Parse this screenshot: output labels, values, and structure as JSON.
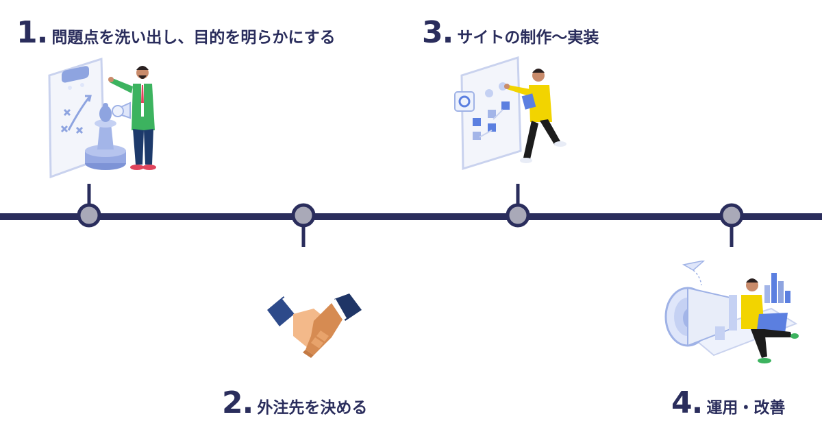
{
  "steps": [
    {
      "number": "1.",
      "title": "問題点を洗い出し、目的を明らかにする",
      "illustration": "strategy-chess-icon"
    },
    {
      "number": "2.",
      "title": "外注先を決める",
      "illustration": "handshake-icon"
    },
    {
      "number": "3.",
      "title": "サイトの制作〜実装",
      "illustration": "flowchart-design-icon"
    },
    {
      "number": "4.",
      "title": "運用・改善",
      "illustration": "megaphone-marketing-icon"
    }
  ],
  "colors": {
    "text": "#2a2d5c",
    "timeline": "#2a2d5c",
    "node_fill": "#a9a9b8",
    "accent_blue": "#5b7fe0",
    "accent_yellow": "#f2d400",
    "accent_green": "#3cb35f"
  }
}
